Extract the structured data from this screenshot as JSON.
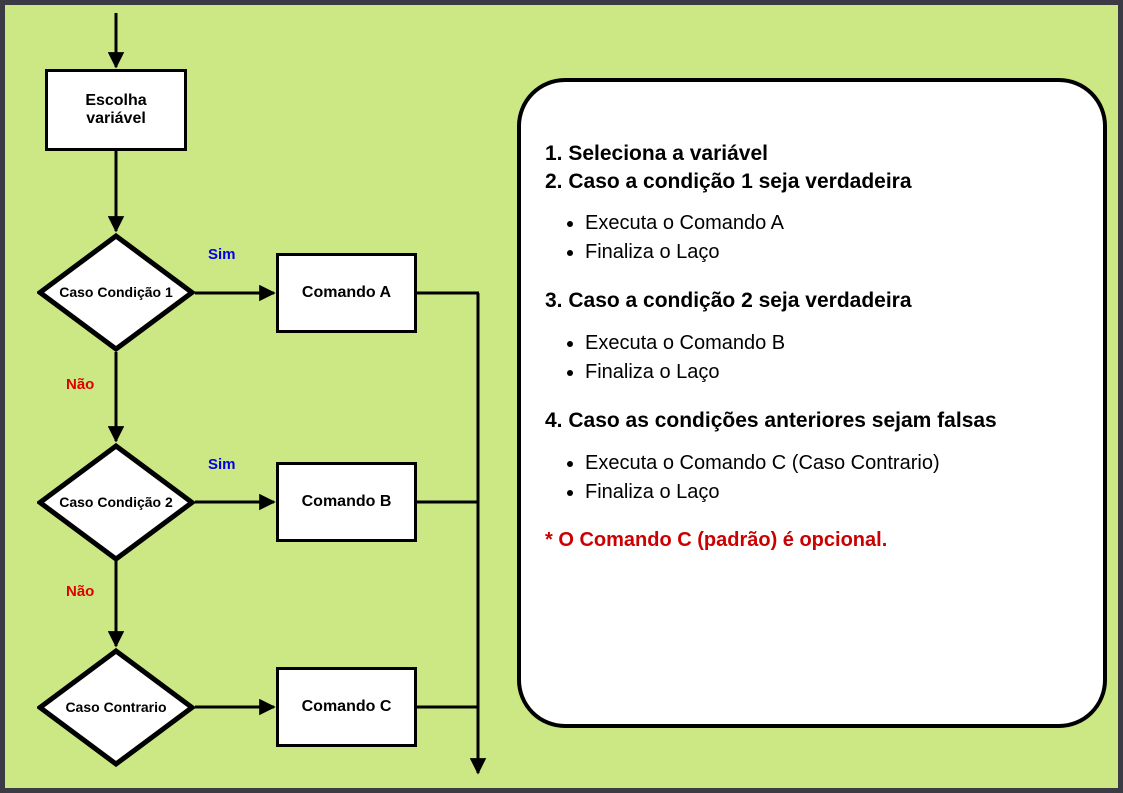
{
  "canvas": {
    "background_color": "#cbe884",
    "border_color": "#3b3b45"
  },
  "flowchart": {
    "start_node": {
      "label_line1": "Escolha",
      "label_line2": "variável"
    },
    "decisions": [
      {
        "id": "decision-condicao-1",
        "label_line1": "Caso",
        "label_line2": "Condição 1",
        "yes_label": "Sim",
        "no_label": "Não"
      },
      {
        "id": "decision-condicao-2",
        "label_line1": "Caso",
        "label_line2": "Condição 2",
        "yes_label": "Sim",
        "no_label": "Não"
      },
      {
        "id": "decision-caso-contrario",
        "label_line1": "Caso",
        "label_line2": "Contrario",
        "yes_label": "",
        "no_label": ""
      }
    ],
    "commands": [
      {
        "id": "command-a",
        "label": "Comando A"
      },
      {
        "id": "command-b",
        "label": "Comando B"
      },
      {
        "id": "command-c",
        "label": "Comando C"
      }
    ],
    "colors": {
      "yes_label": "#0000ee",
      "no_label": "#e00000",
      "line": "#000000",
      "node_fill": "#ffffff"
    }
  },
  "notes": {
    "blocks": [
      {
        "heading_a": "1. Seleciona a variável",
        "heading_b": "2. Caso a condição 1 seja verdadeira",
        "bullets": [
          "Executa o Comando A",
          "Finaliza o Laço"
        ]
      },
      {
        "heading_a": "3. Caso a condição 2 seja verdadeira",
        "heading_b": "",
        "bullets": [
          "Executa o Comando B",
          "Finaliza o Laço"
        ]
      },
      {
        "heading_a": "4. Caso as condições anteriores sejam falsas",
        "heading_b": "",
        "bullets": [
          "Executa o Comando C (Caso Contrario)",
          "Finaliza o Laço"
        ]
      }
    ],
    "footnote": "* O Comando C (padrão) é opcional.",
    "footnote_color": "#cc0000"
  }
}
